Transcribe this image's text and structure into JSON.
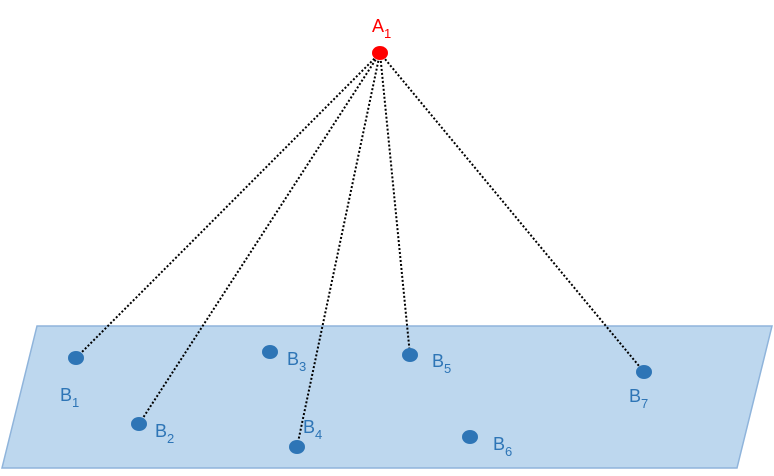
{
  "diagram": {
    "plane_color": "#bdd7ee",
    "plane_border_color": "#8fb4db",
    "source": {
      "letter": "A",
      "index": "1",
      "color": "#ff0000"
    },
    "nodes_color": "#2e75b6",
    "nodes": [
      {
        "letter": "B",
        "index": "1",
        "connected": true
      },
      {
        "letter": "B",
        "index": "2",
        "connected": true
      },
      {
        "letter": "B",
        "index": "3",
        "connected": false
      },
      {
        "letter": "B",
        "index": "4",
        "connected": true
      },
      {
        "letter": "B",
        "index": "5",
        "connected": true
      },
      {
        "letter": "B",
        "index": "6",
        "connected": false
      },
      {
        "letter": "B",
        "index": "7",
        "connected": true
      }
    ]
  }
}
